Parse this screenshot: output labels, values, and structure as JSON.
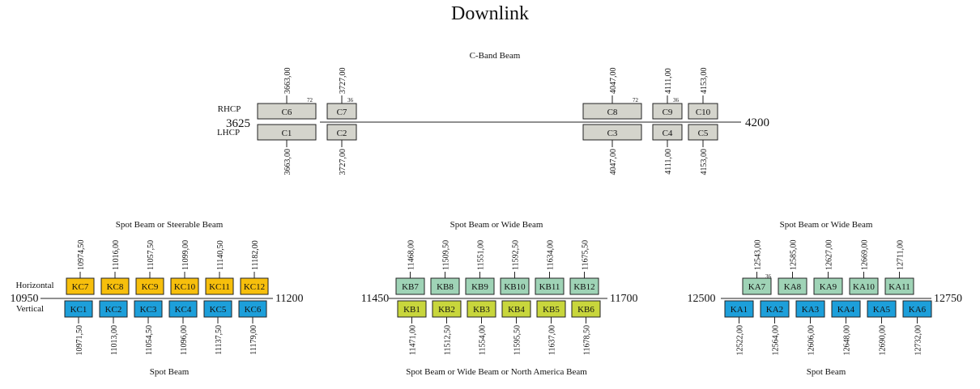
{
  "title": "Downlink",
  "colors": {
    "c_band": "#d4d4cc",
    "kc_top": "#f7bf0c",
    "kc_bottom": "#1d9fda",
    "kb_top": "#9fd3b6",
    "kb_bottom": "#c8d63c",
    "ka_top": "#9fd3b6",
    "ka_bottom": "#1d9fda",
    "stroke": "#222222"
  },
  "c_band": {
    "label": "C-Band Beam",
    "start": "3625",
    "end": "4200",
    "top_pol": "RHCP",
    "bottom_pol": "LHCP",
    "top": [
      {
        "name": "C6",
        "freq": "3663,00",
        "bw": "72"
      },
      {
        "name": "C7",
        "freq": "3727,00",
        "bw": "36"
      },
      {
        "name": "C8",
        "freq": "4047,00",
        "bw": "72"
      },
      {
        "name": "C9",
        "freq": "4111,00",
        "bw": "36"
      },
      {
        "name": "C10",
        "freq": "4153,00",
        "bw": ""
      }
    ],
    "bottom": [
      {
        "name": "C1",
        "freq": "3663,00"
      },
      {
        "name": "C2",
        "freq": "3727,00"
      },
      {
        "name": "C3",
        "freq": "4047,00"
      },
      {
        "name": "C4",
        "freq": "4111,00"
      },
      {
        "name": "C5",
        "freq": "4153,00"
      }
    ]
  },
  "kc_band": {
    "start": "10950",
    "end": "11200",
    "top_label": "Spot Beam or Steerable Beam",
    "bottom_label": "Spot Beam",
    "top_pol": "Horizontal",
    "bottom_pol": "Vertical",
    "top": [
      {
        "name": "KC7",
        "freq": "10974,50"
      },
      {
        "name": "KC8",
        "freq": "11016,00"
      },
      {
        "name": "KC9",
        "freq": "11057,50"
      },
      {
        "name": "KC10",
        "freq": "11099,00"
      },
      {
        "name": "KC11",
        "freq": "11140,50"
      },
      {
        "name": "KC12",
        "freq": "11182,00"
      }
    ],
    "bottom": [
      {
        "name": "KC1",
        "freq": "10971,50"
      },
      {
        "name": "KC2",
        "freq": "11013,00"
      },
      {
        "name": "KC3",
        "freq": "11054,50"
      },
      {
        "name": "KC4",
        "freq": "11096,00"
      },
      {
        "name": "KC5",
        "freq": "11137,50"
      },
      {
        "name": "KC6",
        "freq": "11179,00"
      }
    ]
  },
  "kb_band": {
    "start": "11450",
    "end": "11700",
    "top_label": "Spot Beam or  Wide Beam",
    "bottom_label": "Spot Beam or  Wide Beam or North America Beam",
    "top": [
      {
        "name": "KB7",
        "freq": "11468,00"
      },
      {
        "name": "KB8",
        "freq": "11509,50"
      },
      {
        "name": "KB9",
        "freq": "11551,00"
      },
      {
        "name": "KB10",
        "freq": "11592,50"
      },
      {
        "name": "KB11",
        "freq": "11634,00"
      },
      {
        "name": "KB12",
        "freq": "11675,50"
      }
    ],
    "bottom": [
      {
        "name": "KB1",
        "freq": "11471,00"
      },
      {
        "name": "KB2",
        "freq": "11512,50"
      },
      {
        "name": "KB3",
        "freq": "11554,00"
      },
      {
        "name": "KB4",
        "freq": "11595,50"
      },
      {
        "name": "KB5",
        "freq": "11637,00"
      },
      {
        "name": "KB6",
        "freq": "11678,50"
      }
    ]
  },
  "ka_band": {
    "start": "12500",
    "end": "12750",
    "top_label": "Spot Beam or  Wide Beam",
    "bottom_label": "Spot Beam",
    "top_bw": "36",
    "top": [
      {
        "name": "KA7",
        "freq": "12543,00"
      },
      {
        "name": "KA8",
        "freq": "12585,00"
      },
      {
        "name": "KA9",
        "freq": "12627,00"
      },
      {
        "name": "KA10",
        "freq": "12669,00"
      },
      {
        "name": "KA11",
        "freq": "12711,00"
      }
    ],
    "bottom": [
      {
        "name": "KA1",
        "freq": "12522,00"
      },
      {
        "name": "KA2",
        "freq": "12564,00"
      },
      {
        "name": "KA3",
        "freq": "12606,00"
      },
      {
        "name": "KA4",
        "freq": "12648,00"
      },
      {
        "name": "KA5",
        "freq": "12690,00"
      },
      {
        "name": "KA6",
        "freq": "12732,00"
      }
    ]
  }
}
